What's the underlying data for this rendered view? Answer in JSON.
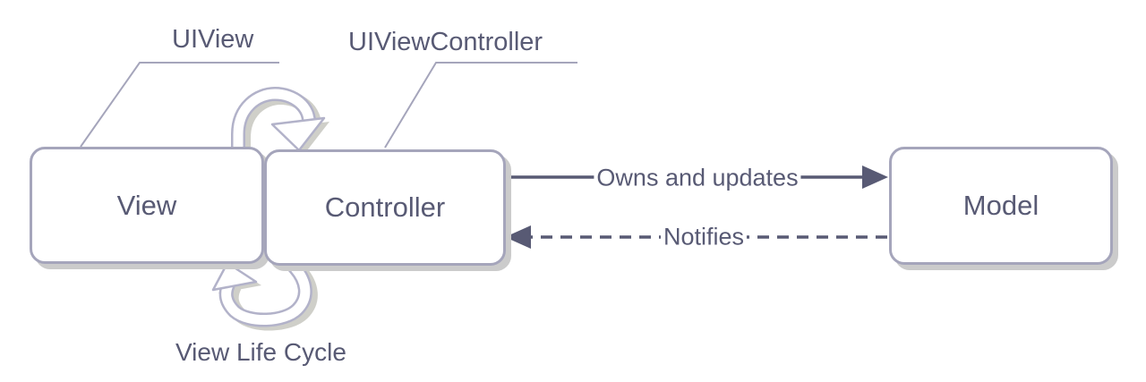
{
  "diagram": {
    "callout_labels": {
      "uiview": "UIView",
      "uiviewcontroller": "UIViewController"
    },
    "boxes": {
      "view": "View",
      "controller": "Controller",
      "model": "Model"
    },
    "edges": {
      "owns_and_updates": "Owns and updates",
      "notifies": "Notifies"
    },
    "captions": {
      "view_life_cycle": "View Life Cycle"
    },
    "icons": {
      "top_loop": "clockwise-cycle-arrow",
      "bottom_loop": "clockwise-cycle-arrow"
    },
    "colors": {
      "dark_stroke": "#585a74",
      "box_border": "#a5a5bb",
      "loop_outline": "#b2b2c9",
      "loop_shadow": "#c7c7c0",
      "box_shadow": "#cbcbcb",
      "background": "#ffffff"
    }
  }
}
